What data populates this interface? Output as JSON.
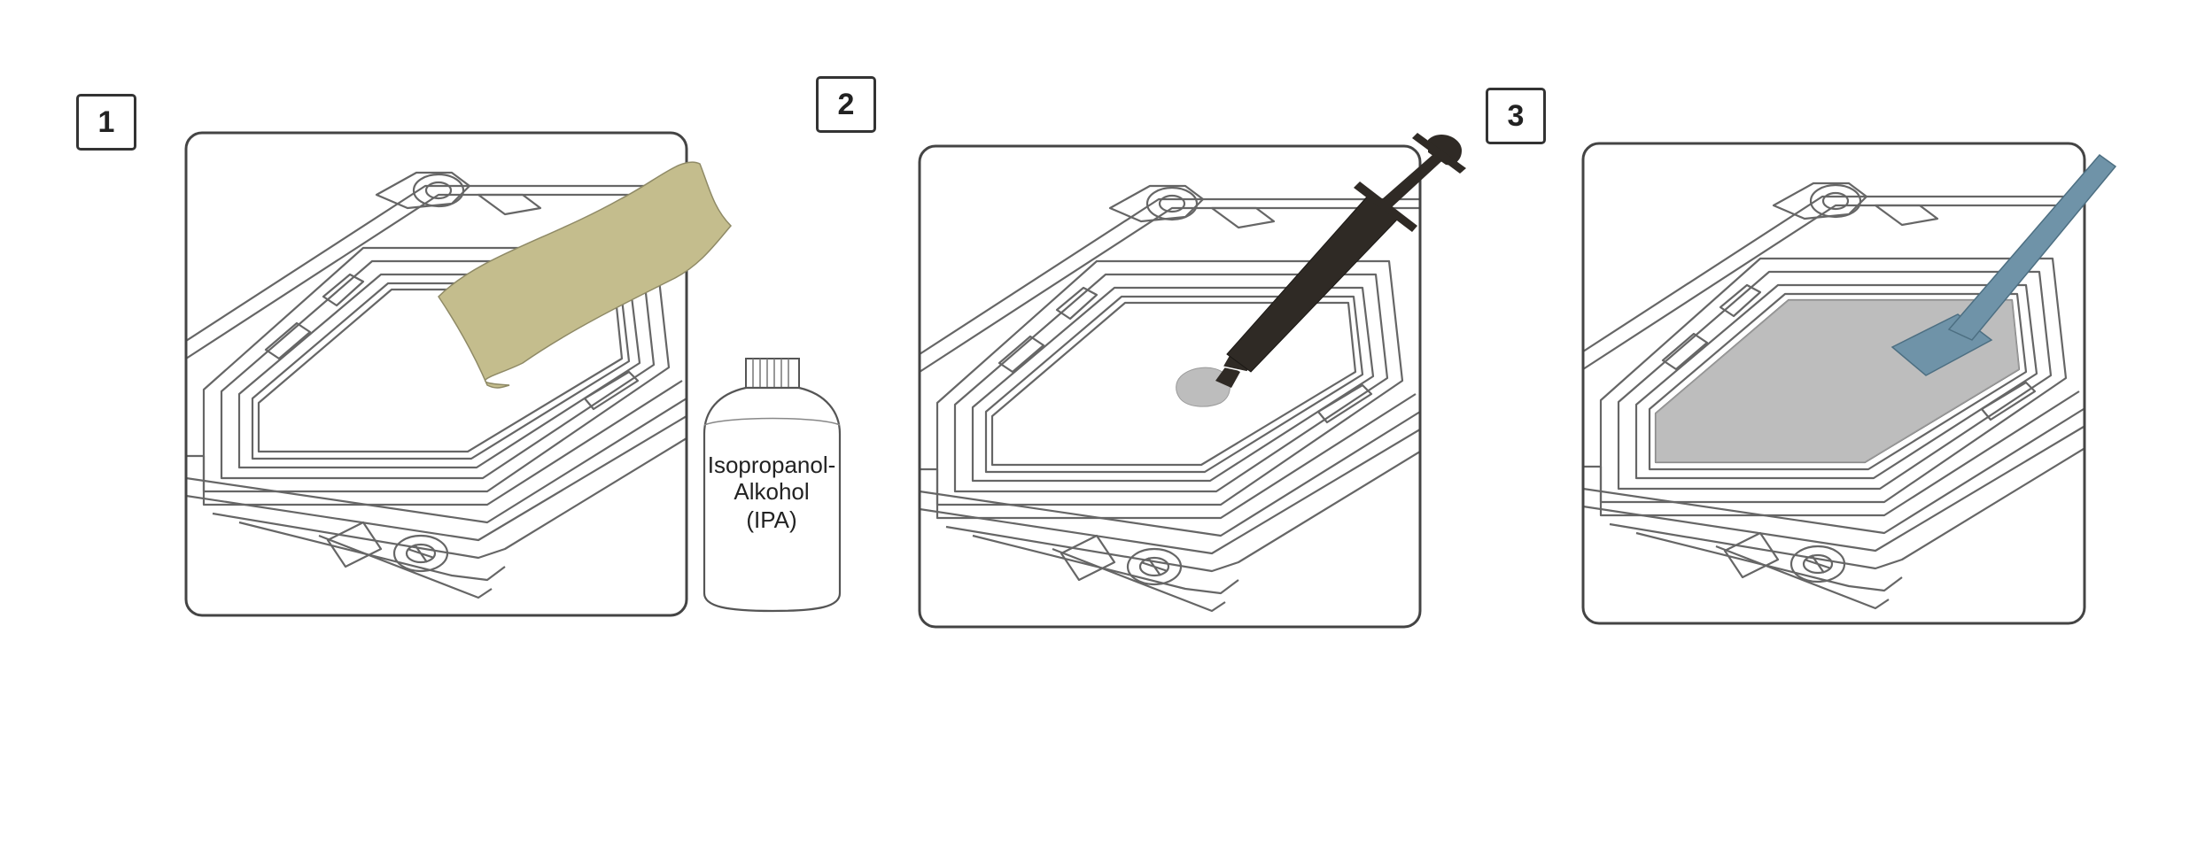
{
  "steps": [
    {
      "number": "1",
      "tool": "cloth",
      "bottle_label": [
        "Isopropanol-",
        "Alkohol",
        "(IPA)"
      ]
    },
    {
      "number": "2",
      "tool": "syringe"
    },
    {
      "number": "3",
      "tool": "spatula"
    }
  ],
  "colors": {
    "cloth": "#c4bd8d",
    "syringe": "#2f2a25",
    "paste": "#bdbdbd",
    "spatula": "#6f93a8",
    "line": "#555555",
    "frame": "#444444"
  }
}
